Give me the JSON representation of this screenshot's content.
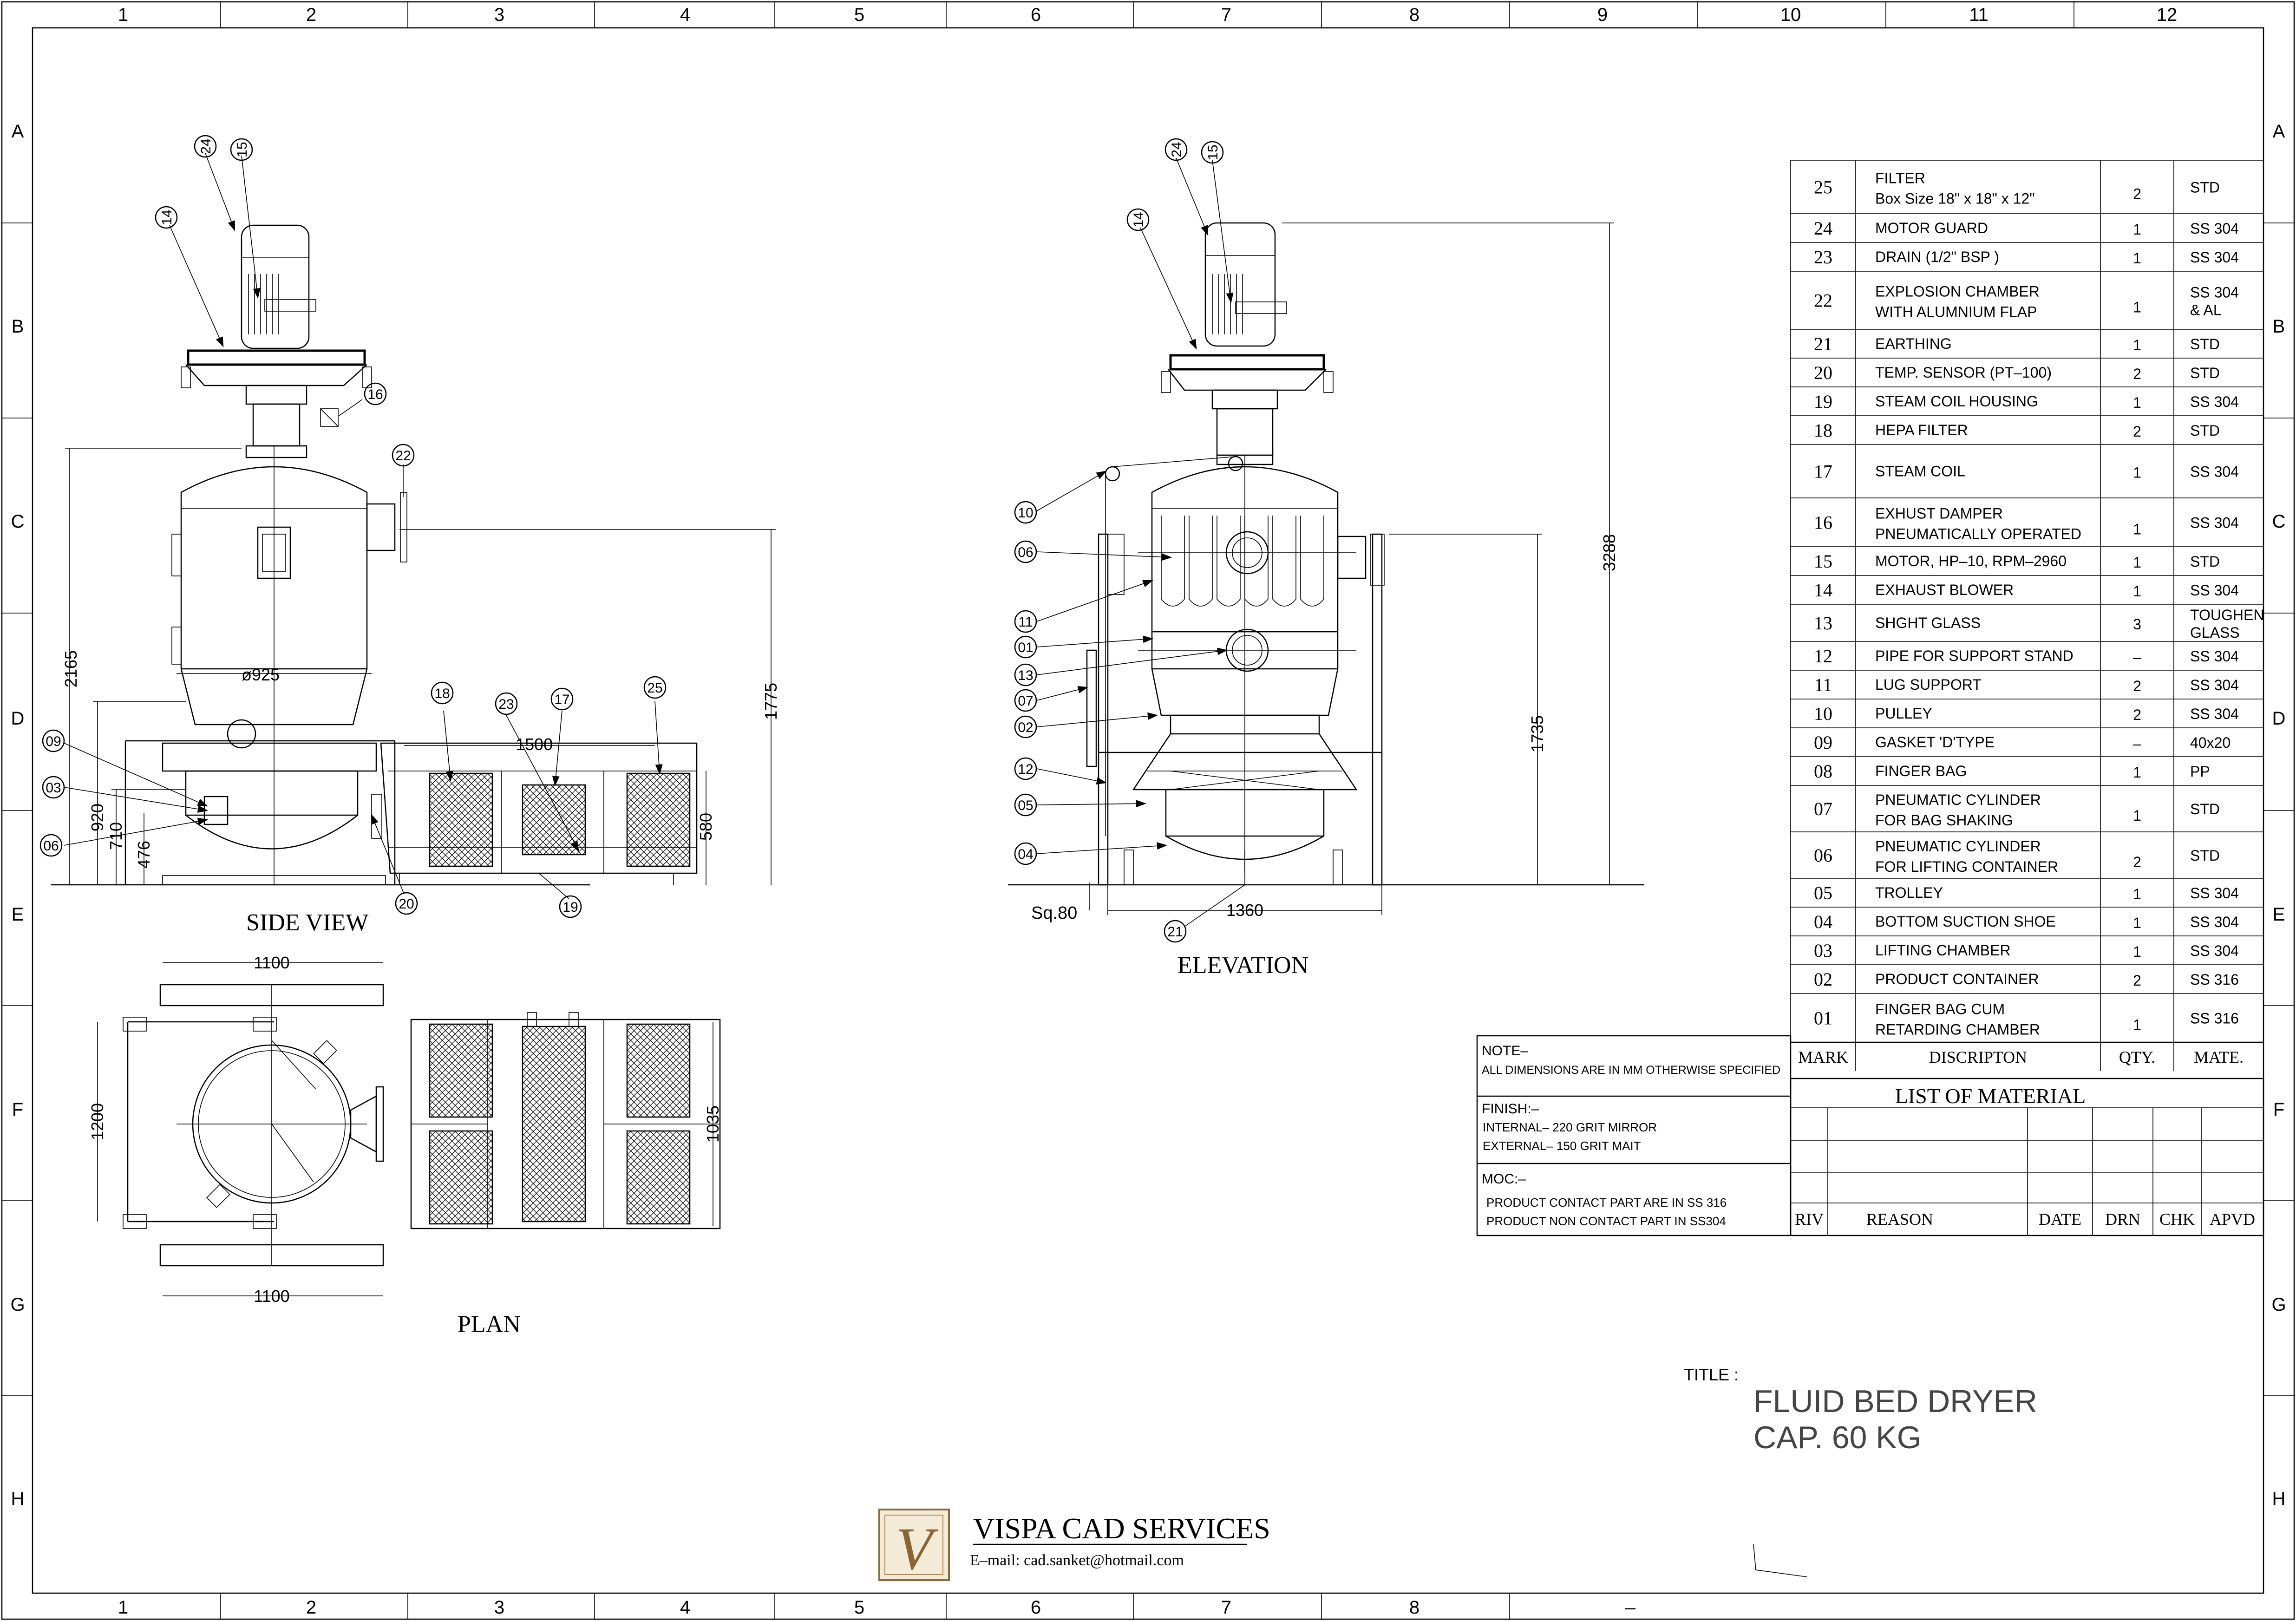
{
  "border": {
    "columns": [
      "1",
      "2",
      "3",
      "4",
      "5",
      "6",
      "7",
      "8",
      "9",
      "10",
      "11",
      "12"
    ],
    "bottom_columns": [
      "1",
      "2",
      "3",
      "4",
      "5",
      "6",
      "7",
      "8",
      "–"
    ],
    "rows": [
      "A",
      "B",
      "C",
      "D",
      "E",
      "F",
      "G",
      "H"
    ]
  },
  "views": {
    "side_view": "SIDE VIEW",
    "elevation": "ELEVATION",
    "plan": "PLAN"
  },
  "dimensions": {
    "side_2165": "2165",
    "side_925": "ø925",
    "side_920": "920",
    "side_710": "710",
    "side_476": "476",
    "side_1775": "1775",
    "side_1500": "1500",
    "side_580": "580",
    "elev_3288": "3288",
    "elev_1735": "1735",
    "elev_1360": "1360",
    "elev_sq80": "Sq.80",
    "plan_1100_top": "1100",
    "plan_1100_bottom": "1100",
    "plan_1200": "1200",
    "plan_1035": "1035"
  },
  "balloons": {
    "side": [
      "24",
      "15",
      "14",
      "16",
      "22",
      "09",
      "03",
      "06",
      "18",
      "23",
      "17",
      "25",
      "20",
      "19"
    ],
    "elevation": [
      "24",
      "15",
      "14",
      "10",
      "06",
      "11",
      "01",
      "13",
      "07",
      "02",
      "12",
      "05",
      "04",
      "21"
    ]
  },
  "materials": {
    "title": "LIST OF MATERIAL",
    "headers": [
      "MARK",
      "DISCRIPTON",
      "QTY.",
      "MATE."
    ],
    "rows": [
      {
        "mark": "25",
        "desc1": "FILTER",
        "desc2": "Box Size 18\" x 18\" x 12\"",
        "qty": "2",
        "mate1": "STD",
        "mate2": ""
      },
      {
        "mark": "24",
        "desc1": "MOTOR GUARD",
        "desc2": "",
        "qty": "1",
        "mate1": "SS 304",
        "mate2": ""
      },
      {
        "mark": "23",
        "desc1": "DRAIN (1/2\" BSP )",
        "desc2": "",
        "qty": "1",
        "mate1": "SS 304",
        "mate2": ""
      },
      {
        "mark": "22",
        "desc1": "EXPLOSION CHAMBER",
        "desc2": "WITH ALUMNIUM FLAP",
        "qty": "1",
        "mate1": "SS 304",
        "mate2": "& AL"
      },
      {
        "mark": "21",
        "desc1": "EARTHING",
        "desc2": "",
        "qty": "1",
        "mate1": "STD",
        "mate2": ""
      },
      {
        "mark": "20",
        "desc1": "TEMP. SENSOR (PT–100)",
        "desc2": "",
        "qty": "2",
        "mate1": "STD",
        "mate2": ""
      },
      {
        "mark": "19",
        "desc1": "STEAM COIL HOUSING",
        "desc2": "",
        "qty": "1",
        "mate1": "SS 304",
        "mate2": ""
      },
      {
        "mark": "18",
        "desc1": "HEPA FILTER",
        "desc2": "",
        "qty": "2",
        "mate1": "STD",
        "mate2": ""
      },
      {
        "mark": "17",
        "desc1": "STEAM COIL",
        "desc2": "",
        "qty": "1",
        "mate1": "SS 304",
        "mate2": ""
      },
      {
        "mark": "16",
        "desc1": "EXHUST DAMPER",
        "desc2": "PNEUMATICALLY OPERATED",
        "qty": "1",
        "mate1": "SS 304",
        "mate2": ""
      },
      {
        "mark": "15",
        "desc1": "MOTOR, HP–10, RPM–2960",
        "desc2": "",
        "qty": "1",
        "mate1": "STD",
        "mate2": ""
      },
      {
        "mark": "14",
        "desc1": "EXHAUST BLOWER",
        "desc2": "",
        "qty": "1",
        "mate1": "SS 304",
        "mate2": ""
      },
      {
        "mark": "13",
        "desc1": "SHGHT GLASS",
        "desc2": "",
        "qty": "3",
        "mate1": "TOUGHEN",
        "mate2": "GLASS"
      },
      {
        "mark": "12",
        "desc1": "PIPE FOR SUPPORT STAND",
        "desc2": "",
        "qty": "–",
        "mate1": "SS 304",
        "mate2": ""
      },
      {
        "mark": "11",
        "desc1": "LUG SUPPORT",
        "desc2": "",
        "qty": "2",
        "mate1": "SS 304",
        "mate2": ""
      },
      {
        "mark": "10",
        "desc1": "PULLEY",
        "desc2": "",
        "qty": "2",
        "mate1": "SS 304",
        "mate2": ""
      },
      {
        "mark": "09",
        "desc1": "GASKET 'D'TYPE",
        "desc2": "",
        "qty": "–",
        "mate1": "40x20",
        "mate2": ""
      },
      {
        "mark": "08",
        "desc1": "FINGER BAG",
        "desc2": "",
        "qty": "1",
        "mate1": "PP",
        "mate2": ""
      },
      {
        "mark": "07",
        "desc1": "PNEUMATIC CYLINDER",
        "desc2": "FOR BAG SHAKING",
        "qty": "1",
        "mate1": "STD",
        "mate2": ""
      },
      {
        "mark": "06",
        "desc1": "PNEUMATIC CYLINDER",
        "desc2": "FOR LIFTING CONTAINER",
        "qty": "2",
        "mate1": "STD",
        "mate2": ""
      },
      {
        "mark": "05",
        "desc1": "TROLLEY",
        "desc2": "",
        "qty": "1",
        "mate1": "SS 304",
        "mate2": ""
      },
      {
        "mark": "04",
        "desc1": "BOTTOM SUCTION SHOE",
        "desc2": "",
        "qty": "1",
        "mate1": "SS 304",
        "mate2": ""
      },
      {
        "mark": "03",
        "desc1": "LIFTING CHAMBER",
        "desc2": "",
        "qty": "1",
        "mate1": "SS 304",
        "mate2": ""
      },
      {
        "mark": "02",
        "desc1": "PRODUCT CONTAINER",
        "desc2": "",
        "qty": "2",
        "mate1": "SS 316",
        "mate2": ""
      },
      {
        "mark": "01",
        "desc1": "FINGER BAG CUM",
        "desc2": "RETARDING CHAMBER",
        "qty": "1",
        "mate1": "SS 316",
        "mate2": ""
      }
    ]
  },
  "revision": {
    "headers": [
      "RIV",
      "REASON",
      "DATE",
      "DRN",
      "CHK",
      "APVD"
    ]
  },
  "notes": {
    "note_label": "NOTE–",
    "note_text": "ALL DIMENSIONS ARE IN MM OTHERWISE SPECIFIED",
    "finish_label": "FINISH:–",
    "finish_internal": "INTERNAL–   220 GRIT MIRROR",
    "finish_external": "EXTERNAL–  150 GRIT MAIT",
    "moc_label": "MOC:–",
    "moc_1": "PRODUCT CONTACT PART ARE IN SS 316",
    "moc_2": "PRODUCT NON CONTACT PART IN SS304"
  },
  "title_block": {
    "label": "TITLE :",
    "line1": "FLUID BED DRYER",
    "line2": "CAP. 60 KG"
  },
  "company": {
    "name": "VISPA CAD SERVICES",
    "email": "E–mail:  cad.sanket@hotmail.com",
    "logo_letter": "V"
  }
}
